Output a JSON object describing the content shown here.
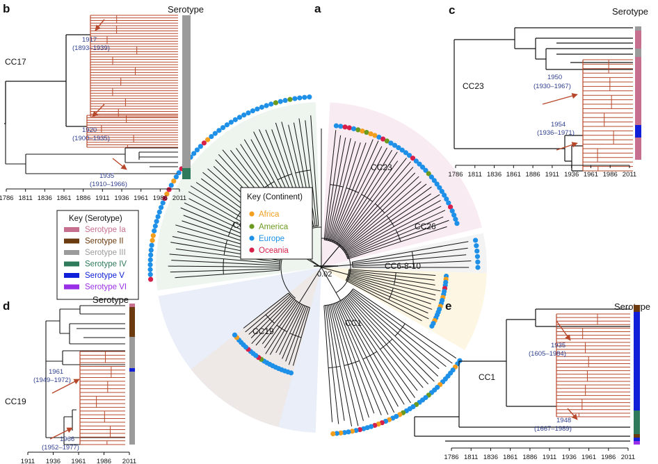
{
  "panels": {
    "a": {
      "label": "a"
    },
    "b": {
      "label": "b",
      "serotype_title": "Serotype",
      "clade": "CC17",
      "ticks": [
        "1786",
        "1811",
        "1836",
        "1861",
        "1886",
        "1911",
        "1936",
        "1961",
        "1986",
        "2011"
      ],
      "annotations": [
        {
          "year": "1917",
          "range": "(1893–1939)"
        },
        {
          "year": "1920",
          "range": "(1900–1935)"
        },
        {
          "year": "1935",
          "range": "(1910–1966)"
        }
      ]
    },
    "c": {
      "label": "c",
      "serotype_title": "Serotype",
      "clade": "CC23",
      "ticks": [
        "1786",
        "1811",
        "1836",
        "1861",
        "1886",
        "1911",
        "1936",
        "1961",
        "1986",
        "2011"
      ],
      "annotations": [
        {
          "year": "1950",
          "range": "(1930–1967)"
        },
        {
          "year": "1954",
          "range": "(1936–1971)"
        }
      ]
    },
    "d": {
      "label": "d",
      "serotype_title": "Serotype",
      "clade": "CC19",
      "ticks": [
        "1911",
        "1936",
        "1961",
        "1986",
        "2011"
      ],
      "annotations": [
        {
          "year": "1961",
          "range": "(1949–1972)"
        },
        {
          "year": "1966",
          "range": "(1952–1977)"
        }
      ]
    },
    "e": {
      "label": "e",
      "serotype_title": "Serotype",
      "clade": "CC1",
      "ticks": [
        "1786",
        "1811",
        "1836",
        "1861",
        "1886",
        "1911",
        "1936",
        "1961",
        "1986",
        "2011"
      ],
      "annotations": [
        {
          "year": "1935",
          "range": "(1605–1984)"
        },
        {
          "year": "1948",
          "range": "(1667–1989)"
        }
      ]
    }
  },
  "tree_labels": [
    "CC17",
    "CC23",
    "CC26",
    "CC6-8-10",
    "CC19",
    "CC1"
  ],
  "scale_bar": "0.02",
  "continent_key": {
    "title": "Key (Continent)",
    "items": [
      {
        "label": "Africa",
        "color": "#f29e1f"
      },
      {
        "label": "America",
        "color": "#6a9a1f"
      },
      {
        "label": "Europe",
        "color": "#1e90e8"
      },
      {
        "label": "Oceania",
        "color": "#d6204a"
      }
    ]
  },
  "serotype_key": {
    "title": "Key (Serotype)",
    "items": [
      {
        "label": "Serotype Ia",
        "color": "#c76f8f"
      },
      {
        "label": "Serotype II",
        "color": "#6b3a0f"
      },
      {
        "label": "Serotype III",
        "color": "#9b9b9b"
      },
      {
        "label": "Serotype IV",
        "color": "#2f7a5a"
      },
      {
        "label": "Serotype V",
        "color": "#1020d8"
      },
      {
        "label": "Serotype VI",
        "color": "#9a2fe8"
      }
    ]
  },
  "colors": {
    "tree_red": "#b7472a",
    "annotation_blue": "#2f3f8f",
    "branch": "#111111"
  }
}
